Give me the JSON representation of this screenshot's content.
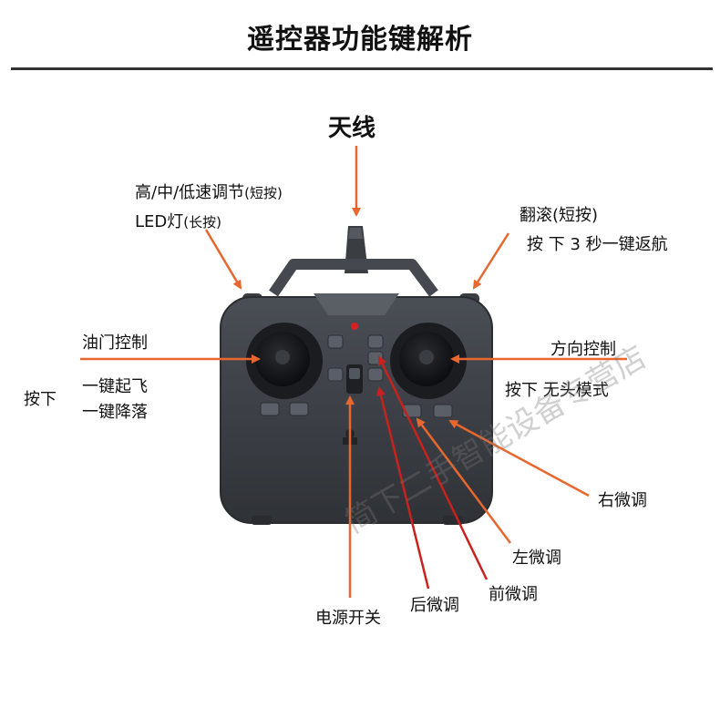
{
  "title": "遥控器功能键解析",
  "labels": {
    "antenna": "天线",
    "speed_line1": "高/中/低速调节",
    "speed_line1_small": "(短按)",
    "speed_line2": "LED灯",
    "speed_line2_small": "(长按)",
    "flip_line1": "翻滚(短按)",
    "flip_line2": "按 下 3 秒一键返航",
    "throttle": "油门控制",
    "press_left": "按下",
    "takeoff": "一键起飞",
    "landing": "一键降落",
    "direction": "方向控制",
    "headless": "按下 无头模式",
    "right_trim": "右微调",
    "left_trim": "左微调",
    "forward_trim": "前微调",
    "back_trim": "后微调",
    "power": "电源开关"
  },
  "watermark": "简下二手智能设备专营店",
  "colors": {
    "arrow_orange": "#E8672E",
    "arrow_red": "#C8221E",
    "controller_body": "#3e4248",
    "text": "#111111"
  }
}
